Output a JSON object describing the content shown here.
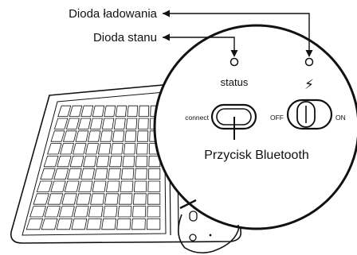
{
  "labels": {
    "charging_led": "Dioda ładowania",
    "status_led": "Dioda stanu",
    "bluetooth_button": "Przycisk Bluetooth"
  },
  "device": {
    "status_text": "status",
    "connect_text": "connect",
    "off_text": "OFF",
    "on_text": "ON",
    "charge_symbol": "⚡"
  },
  "colors": {
    "ink": "#111111",
    "background": "#ffffff"
  }
}
